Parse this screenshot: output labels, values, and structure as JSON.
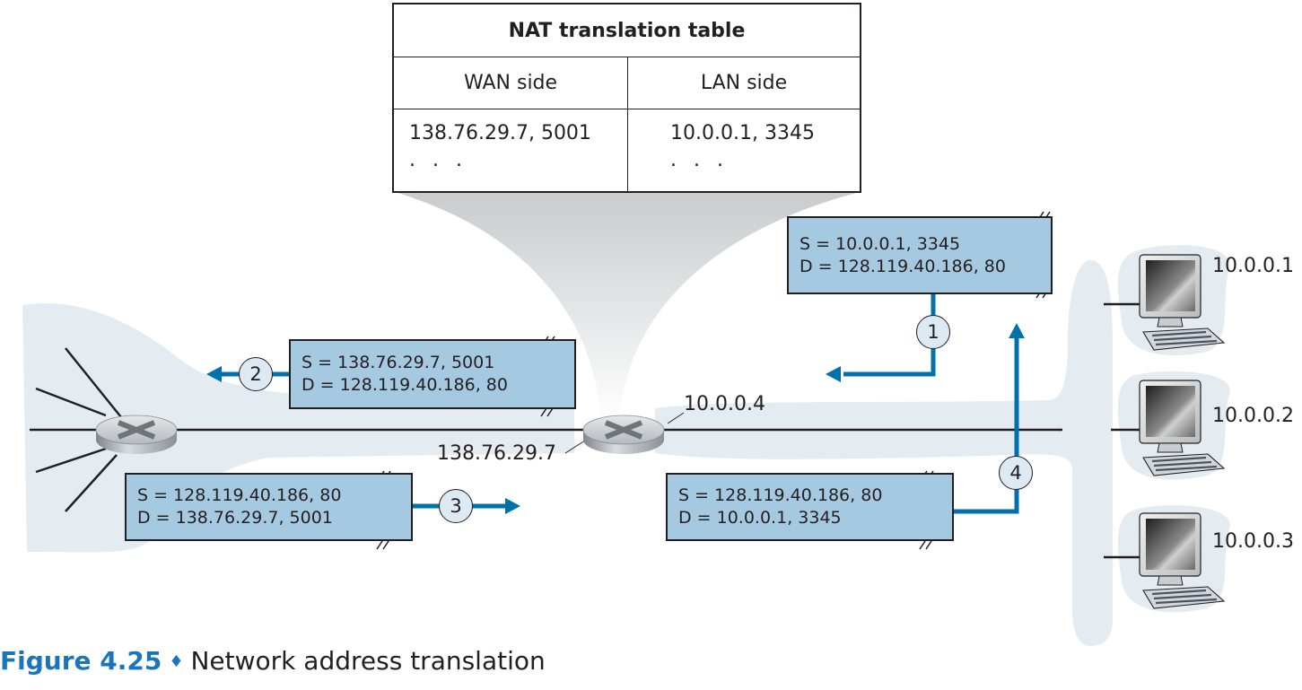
{
  "nat_table": {
    "title": "NAT translation table",
    "headers": [
      "WAN side",
      "LAN side"
    ],
    "rows": [
      [
        "138.76.29.7, 5001",
        "10.0.0.1, 3345"
      ],
      [
        ". . .",
        ". . ."
      ]
    ]
  },
  "nat_router": {
    "wan_ip": "138.76.29.7",
    "lan_ip": "10.0.0.4"
  },
  "hosts": [
    {
      "ip": "10.0.0.1"
    },
    {
      "ip": "10.0.0.2"
    },
    {
      "ip": "10.0.0.3"
    }
  ],
  "packets": [
    {
      "step": "1",
      "source": "S = 10.0.0.1, 3345",
      "dest": "D = 128.119.40.186, 80"
    },
    {
      "step": "2",
      "source": "S = 138.76.29.7, 5001",
      "dest": "D = 128.119.40.186, 80"
    },
    {
      "step": "3",
      "source": "S = 128.119.40.186, 80",
      "dest": "D = 138.76.29.7, 5001"
    },
    {
      "step": "4",
      "source": "S = 128.119.40.186, 80",
      "dest": "D = 10.0.0.1, 3345"
    }
  ],
  "colors": {
    "packet_fill": "#a6c9e2",
    "arrow": "#0071ad",
    "network_cloud": "#e4ecf2",
    "step_fill": "#dde9f3",
    "caption_accent": "#1b75bc"
  },
  "caption": {
    "figure_label": "Figure 4.25",
    "separator": "♦",
    "text": "Network address translation"
  }
}
